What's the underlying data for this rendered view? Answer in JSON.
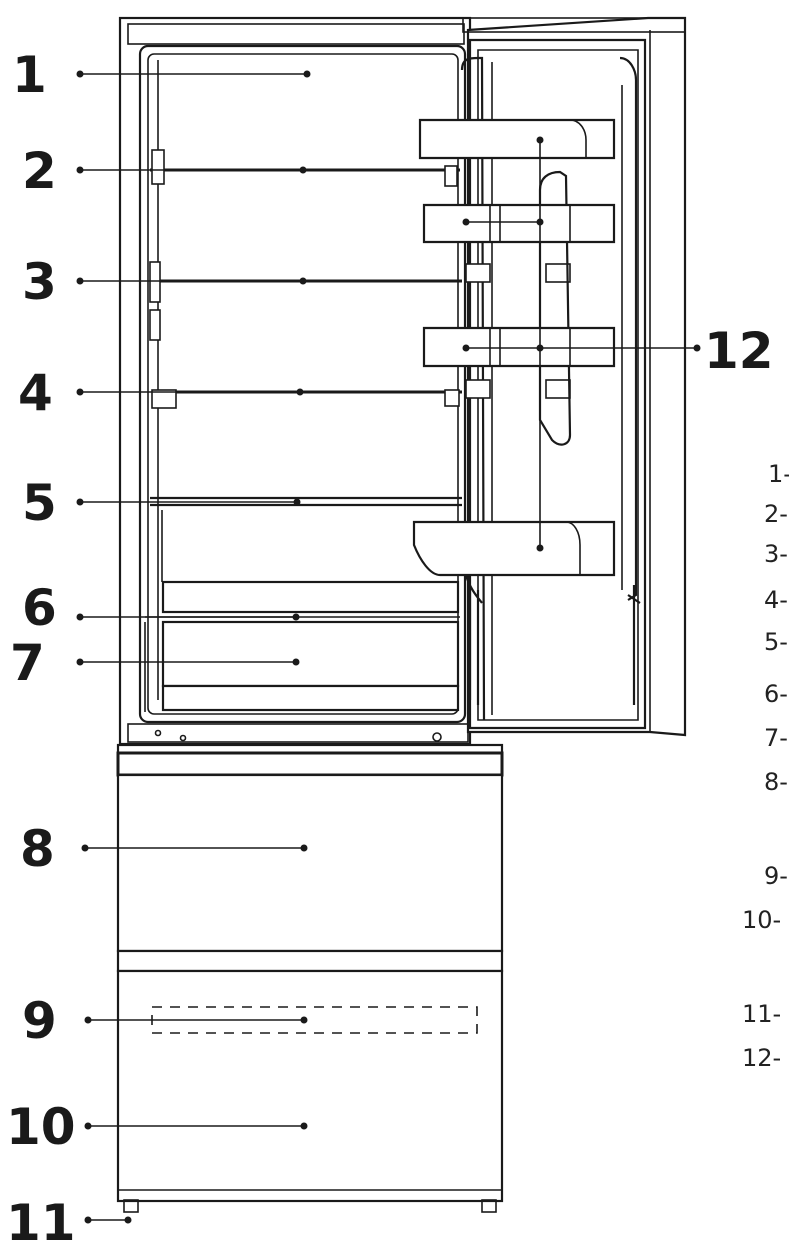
{
  "callouts": [
    "1",
    "2",
    "3",
    "4",
    "5",
    "6",
    "7",
    "8",
    "9",
    "10",
    "11",
    "12"
  ],
  "legend": [
    "1-",
    "2-",
    "3-",
    "4-",
    "5-",
    "6-",
    "7-",
    "8-",
    "9-",
    "10-",
    "11-",
    "12-"
  ],
  "colors": {
    "line": "#1a1a1a",
    "background": "#ffffff"
  }
}
